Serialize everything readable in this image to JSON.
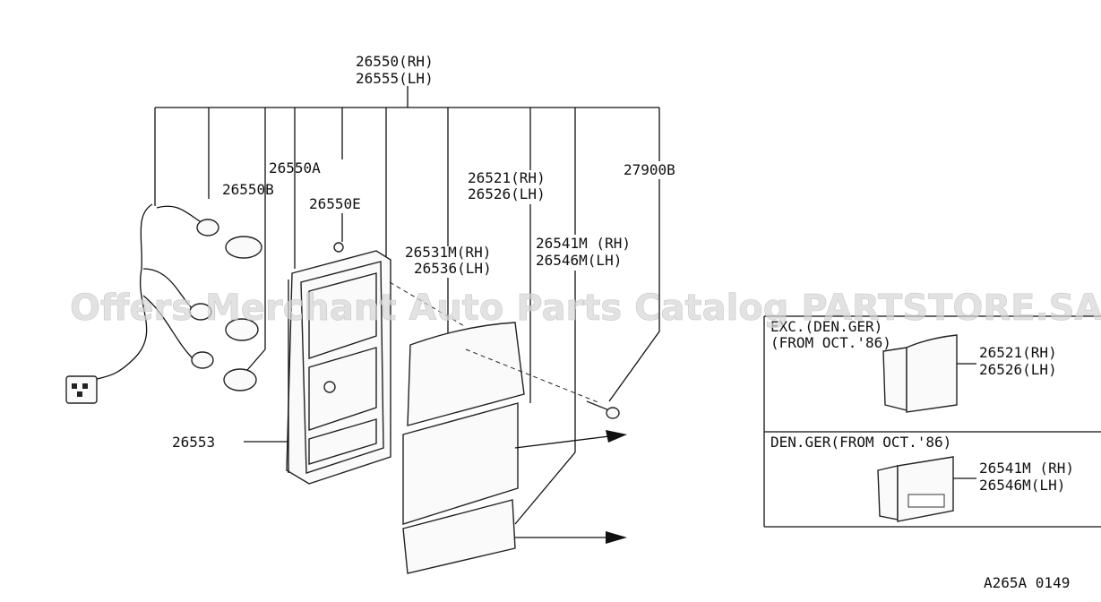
{
  "labels": {
    "main_rh": "26550(RH)",
    "main_lh": "26555(LH)",
    "p26550a": "26550A",
    "p26550b": "26550B",
    "p26550e": "26550E",
    "p26521_rh": "26521(RH)",
    "p26526_lh": "26526(LH)",
    "p27900b": "27900B",
    "p26531m_rh": "26531M(RH)",
    "p26536_lh": "26536(LH)",
    "p26541m_rh": "26541M (RH)",
    "p26546m_lh": "26546M(LH)",
    "p26553": "26553"
  },
  "inset_top": {
    "title_line1": "EXC.(DEN.GER)",
    "title_line2": "(FROM OCT.'86)",
    "part_rh": "26521(RH)",
    "part_lh": "26526(LH)"
  },
  "inset_bottom": {
    "title": "DEN.GER(FROM OCT.'86)",
    "part_rh": "26541M (RH)",
    "part_lh": "26546M(LH)"
  },
  "watermark": "Offers Merchant Auto Parts Catalog PARTSTORE.SA",
  "figure_code": "A265A 0149"
}
